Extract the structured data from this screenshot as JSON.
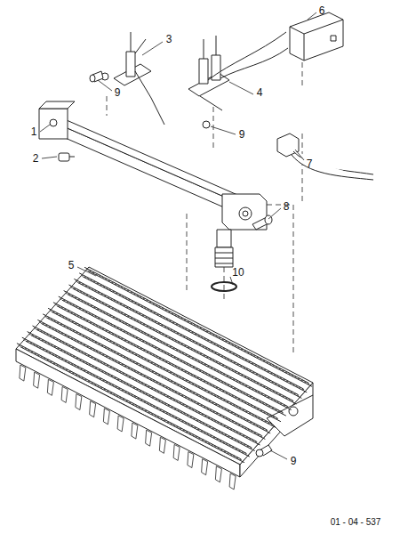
{
  "diagram": {
    "labels": [
      "6",
      "3",
      "4",
      "9",
      "9",
      "1",
      "7",
      "2",
      "8",
      "10",
      "5",
      "9",
      "01 - 04 - 537"
    ]
  }
}
